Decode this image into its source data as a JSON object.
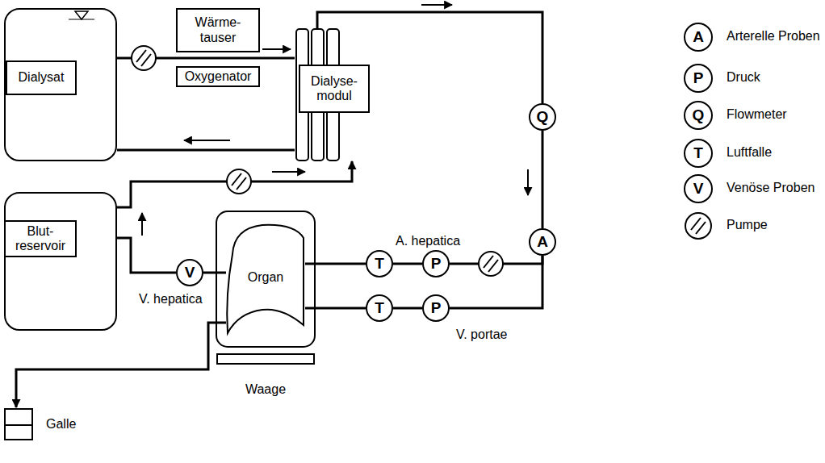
{
  "diagram": {
    "nodes": [
      {
        "text": [
          "Dialysat"
        ]
      },
      {
        "text": [
          "Wärme- tauser"
        ]
      },
      {
        "text": [
          "Oxygenator"
        ]
      },
      {
        "text": [
          "Dialyse- modul"
        ]
      },
      {
        "text": [
          "Q"
        ]
      },
      {
        "text": [
          "A"
        ]
      },
      {
        "text": [
          "Blut- reservoir"
        ]
      },
      {
        "text": [
          "T"
        ]
      },
      {
        "text": [
          "P"
        ]
      },
      {
        "text": [
          "V"
        ]
      },
      {
        "text": [
          "Organ"
        ]
      },
      {
        "text": [
          "T"
        ]
      },
      {
        "text": [
          "P"
        ]
      },
      {
        "text": [
          "Galle"
        ]
      },
      {
        "text": [
          "Waage"
        ]
      }
    ],
    "edges": [
      {
        "from": 0,
        "to": 3,
        "arrow": "none"
      },
      {
        "from": 3,
        "to": 0,
        "arrow": "none"
      },
      {
        "from": 3,
        "to": 4,
        "arrow": "none"
      },
      {
        "from": 4,
        "to": 5,
        "arrow": "none"
      },
      {
        "from": 5,
        "to": 8,
        "arrow": "none"
      },
      {
        "from": 8,
        "to": 7,
        "arrow": "none"
      },
      {
        "from": 7,
        "to": 10,
        "arrow": "none"
      },
      {
        "from": 5,
        "to": 12,
        "arrow": "none"
      },
      {
        "from": 12,
        "to": 11,
        "arrow": "none"
      },
      {
        "from": 11,
        "to": 10,
        "arrow": "none"
      },
      {
        "from": 10,
        "to": 9,
        "arrow": "none"
      },
      {
        "from": 9,
        "to": 6,
        "arrow": "none"
      },
      {
        "from": 6,
        "to": 3,
        "arrow": "to"
      },
      {
        "from": 10,
        "to": 13,
        "arrow": "to"
      }
    ],
    "labels": [
      "A. hepatica",
      "V. hepatica",
      "V. portae",
      "A",
      "P",
      "Q",
      "T",
      "V"
    ],
    "legend": [
      {
        "text": "Arterelle Proben"
      },
      {
        "text": "Druck"
      },
      {
        "text": "Flowmeter"
      },
      {
        "text": "Luftfalle"
      },
      {
        "text": "Venöse Proben"
      },
      {
        "text": "Pumpe"
      }
    ]
  }
}
